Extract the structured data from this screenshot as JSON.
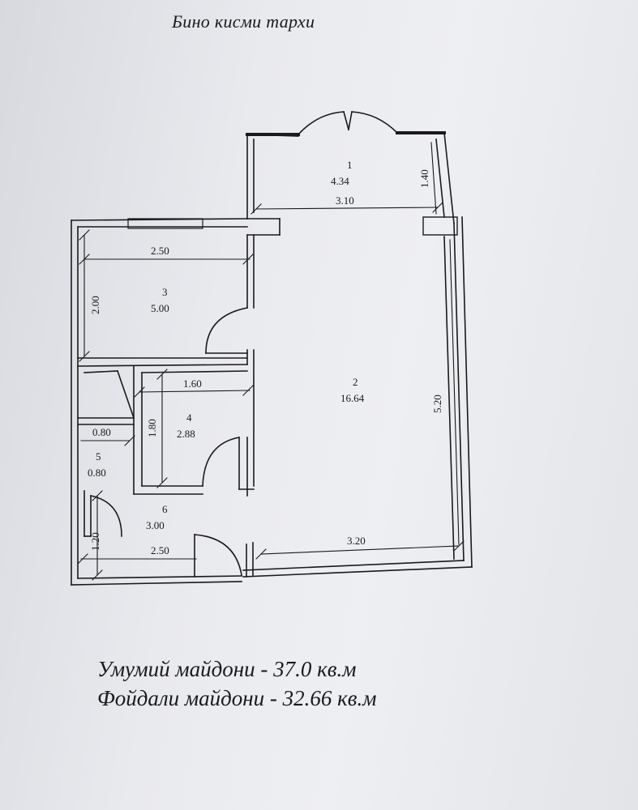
{
  "title": "Бино кисми тархи",
  "rooms": [
    {
      "id": "1",
      "area": "4.34"
    },
    {
      "id": "2",
      "area": "16.64"
    },
    {
      "id": "3",
      "area": "5.00"
    },
    {
      "id": "4",
      "area": "2.88"
    },
    {
      "id": "5",
      "area": "0.80"
    },
    {
      "id": "6",
      "area": "3.00"
    }
  ],
  "dimensions": {
    "balcony_width": "3.10",
    "balcony_depth": "1.40",
    "room2_depth": "5.20",
    "room2_width": "3.20",
    "room3_width": "2.50",
    "room3_depth": "2.00",
    "room4_width": "1.60",
    "room4_depth": "1.80",
    "room5_width": "0.80",
    "hall_width": "2.50",
    "hall_depth": "1.20"
  },
  "summary": {
    "total_area": "Умумий майдони - 37.0 кв.м",
    "useful_area": "Фойдали майдони - 32.66 кв.м"
  }
}
